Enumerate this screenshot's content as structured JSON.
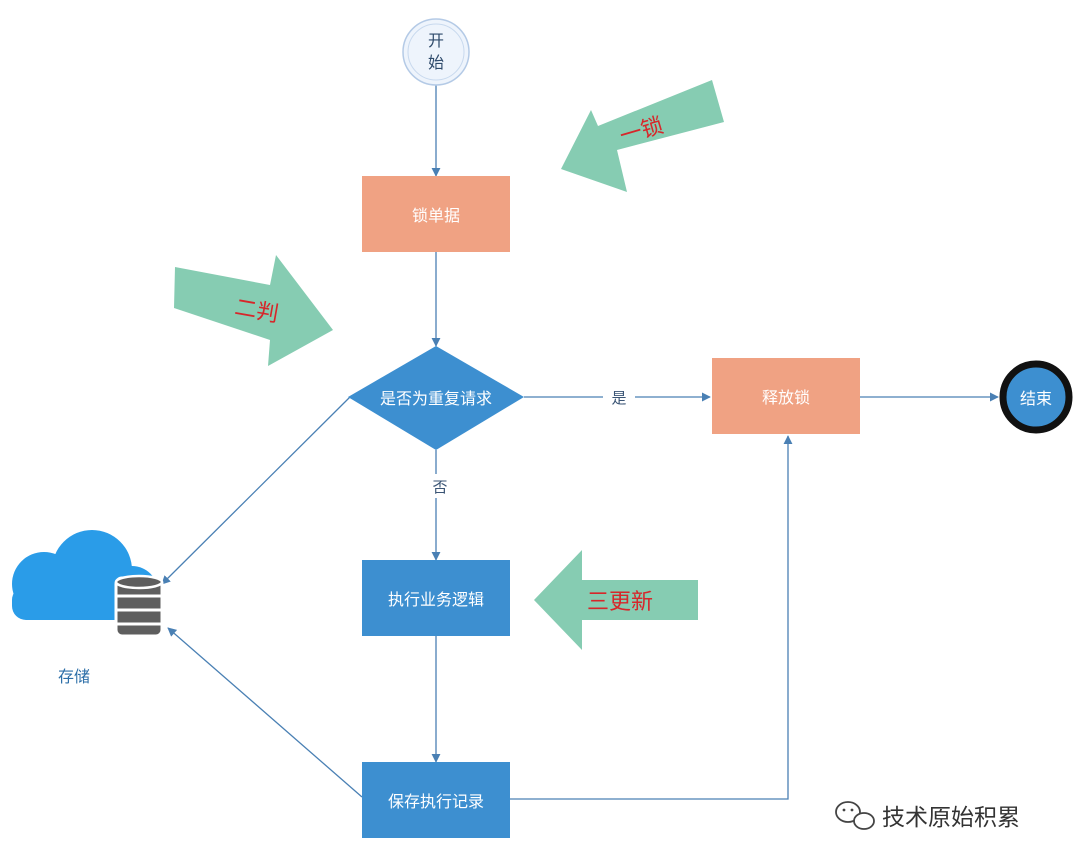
{
  "nodes": {
    "start": {
      "line1": "开",
      "line2": "始"
    },
    "lock_doc": "锁单据",
    "is_duplicate": "是否为重复请求",
    "release_lock": "释放锁",
    "end": "结束",
    "execute_logic": "执行业务逻辑",
    "save_record": "保存执行记录",
    "storage": "存储"
  },
  "edges": {
    "yes": "是",
    "no": "否"
  },
  "callouts": {
    "one_lock": "一锁",
    "two_judge": "二判",
    "three_update": "三更新"
  },
  "watermark": "技术原始积累",
  "colors": {
    "salmon": "#f0a283",
    "blue": "#3d8fd0",
    "green_arrow": "#86ccb2",
    "line": "#4a80b4",
    "cloud": "#2a9ce8",
    "callout_text": "#d7262a"
  }
}
